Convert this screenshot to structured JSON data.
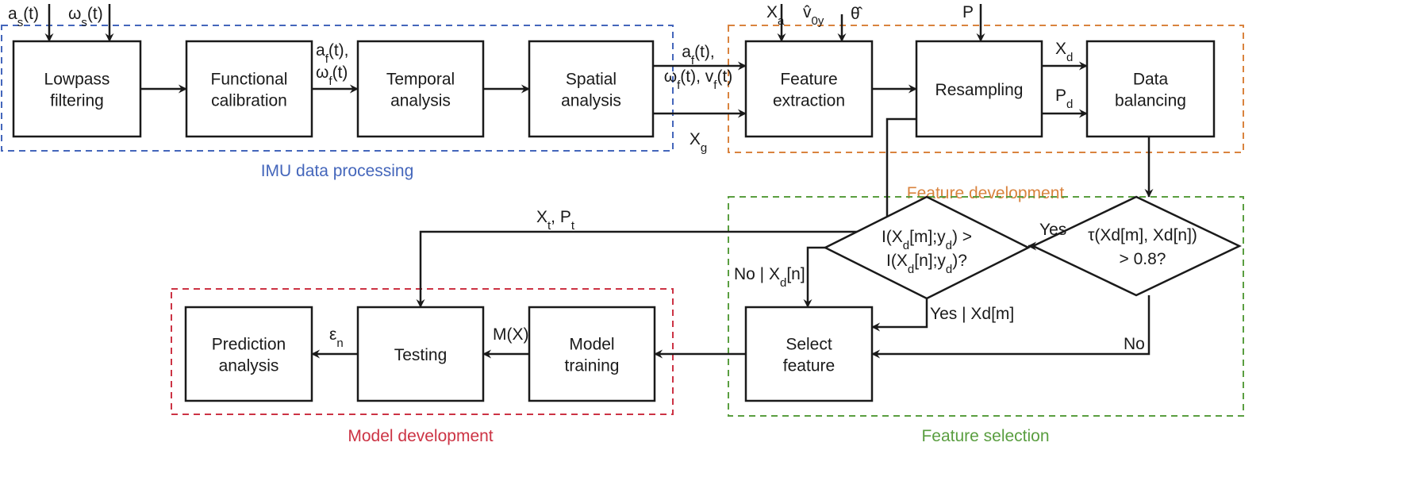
{
  "groups": {
    "imu": {
      "label": "IMU data processing",
      "color": "#4466bb"
    },
    "feature_dev": {
      "label": "Feature development",
      "color": "#d9833e"
    },
    "feature_sel": {
      "label": "Feature selection",
      "color": "#5a9e40"
    },
    "model_dev": {
      "label": "Model development",
      "color": "#cc3344"
    }
  },
  "boxes": {
    "lowpass": [
      "Lowpass",
      "filtering"
    ],
    "functional": [
      "Functional",
      "calibration"
    ],
    "temporal": [
      "Temporal",
      "analysis"
    ],
    "spatial": [
      "Spatial",
      "analysis"
    ],
    "feature_extraction": [
      "Feature",
      "extraction"
    ],
    "resampling": [
      "Resampling"
    ],
    "data_balancing": [
      "Data",
      "balancing"
    ],
    "prediction": [
      "Prediction",
      "analysis"
    ],
    "testing": [
      "Testing"
    ],
    "model_training": [
      "Model",
      "training"
    ],
    "select_feature": [
      "Select",
      "feature"
    ]
  },
  "decisions": {
    "mutual_info": [
      [
        {
          "t": "I(X"
        },
        {
          "s": "d"
        },
        {
          "t": "[m];y"
        },
        {
          "s": "d"
        },
        {
          "t": ") >"
        }
      ],
      [
        {
          "t": "I(X"
        },
        {
          "s": "d"
        },
        {
          "t": "[n];y"
        },
        {
          "s": "d"
        },
        {
          "t": ")?"
        }
      ]
    ],
    "correlation": [
      [
        {
          "t": "τ(Xd[m], Xd[n])"
        }
      ],
      [
        {
          "t": "> 0.8?"
        }
      ]
    ]
  },
  "edge_labels": {
    "a_s": [
      {
        "t": "a"
      },
      {
        "s": "s"
      },
      {
        "t": "(t)"
      }
    ],
    "omega_s": [
      {
        "t": "ω"
      },
      {
        "s": "s"
      },
      {
        "t": "(t)"
      }
    ],
    "af_1": [
      {
        "t": "a"
      },
      {
        "s": "f"
      },
      {
        "t": "(t),"
      }
    ],
    "wf_1": [
      {
        "t": "ω"
      },
      {
        "s": "f"
      },
      {
        "t": "(t)"
      }
    ],
    "af_2": [
      {
        "t": "a"
      },
      {
        "s": "f"
      },
      {
        "t": "(t),"
      }
    ],
    "wf_vf": [
      {
        "t": "ω"
      },
      {
        "s": "f"
      },
      {
        "t": "(t), v"
      },
      {
        "s": "f"
      },
      {
        "t": "(t)"
      }
    ],
    "x_g": [
      {
        "t": "X"
      },
      {
        "s": "g"
      }
    ],
    "x_a": [
      {
        "t": "X"
      },
      {
        "s": "a"
      }
    ],
    "v0y": [
      {
        "t": "v̂"
      },
      {
        "s": "0y"
      }
    ],
    "theta": [
      {
        "t": "θ̂"
      }
    ],
    "p": [
      {
        "t": "P"
      }
    ],
    "x_d": [
      {
        "t": "X"
      },
      {
        "s": "d"
      }
    ],
    "p_d": [
      {
        "t": "P"
      },
      {
        "s": "d"
      }
    ],
    "xt_pt": [
      {
        "t": "X"
      },
      {
        "s": "t"
      },
      {
        "t": ", P"
      },
      {
        "s": "t"
      }
    ],
    "yes": [
      {
        "t": "Yes"
      }
    ],
    "no_xdn": [
      {
        "t": "No | X"
      },
      {
        "s": "d"
      },
      {
        "t": "[n]"
      }
    ],
    "yes_xdm": [
      {
        "t": "Yes | Xd[m]"
      }
    ],
    "no": [
      {
        "t": "No"
      }
    ],
    "m_x": [
      {
        "t": "M(X)"
      }
    ],
    "eps_n": [
      {
        "t": "ε"
      },
      {
        "s": "n"
      }
    ]
  }
}
